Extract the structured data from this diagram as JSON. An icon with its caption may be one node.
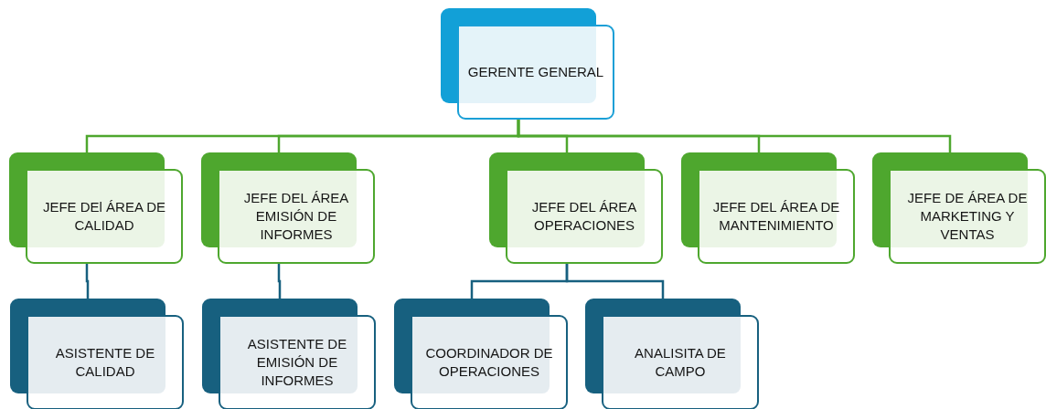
{
  "diagram": {
    "nodes": [
      {
        "text": [
          "GERENTE GENERAL"
        ]
      },
      {
        "text": [
          "JEFE DEl ÁREA DE CALIDAD"
        ]
      },
      {
        "text": [
          "JEFE DEL ÁREA EMISIÓN DE INFORMES"
        ]
      },
      {
        "text": [
          "JEFE DEL ÁREA OPERACIONES"
        ]
      },
      {
        "text": [
          "JEFE DEL ÁREA DE MANTENIMIENTO"
        ]
      },
      {
        "text": [
          "JEFE DE ÁREA DE MARKETING Y VENTAS"
        ]
      },
      {
        "text": [
          "ASISTENTE DE CALIDAD"
        ]
      },
      {
        "text": [
          "ASISTENTE DE EMISIÓN DE INFORMES"
        ]
      },
      {
        "text": [
          "COORDINADOR DE OPERACIONES"
        ]
      },
      {
        "text": [
          "ANALISITA DE CAMPO"
        ]
      }
    ],
    "edges": [
      {
        "from": 0,
        "to": 1,
        "arrow": "none"
      },
      {
        "from": 0,
        "to": 2,
        "arrow": "none"
      },
      {
        "from": 0,
        "to": 3,
        "arrow": "none"
      },
      {
        "from": 0,
        "to": 4,
        "arrow": "none"
      },
      {
        "from": 0,
        "to": 5,
        "arrow": "none"
      },
      {
        "from": 1,
        "to": 6,
        "arrow": "none",
        "color": "#17607f"
      },
      {
        "from": 2,
        "to": 7,
        "arrow": "none",
        "color": "#17607f"
      },
      {
        "from": 3,
        "to": 8,
        "arrow": "none",
        "color": "#17607f"
      },
      {
        "from": 3,
        "to": 9,
        "arrow": "none",
        "color": "#17607f"
      }
    ]
  }
}
